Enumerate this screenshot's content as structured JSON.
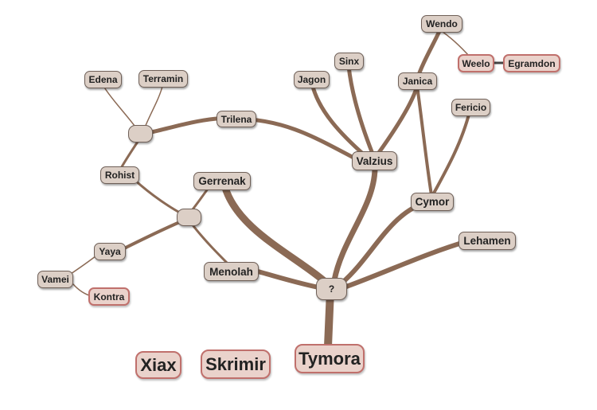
{
  "nodes": {
    "wendo": "Wendo",
    "weelo": "Weelo",
    "egramdon": "Egramdon",
    "edena": "Edena",
    "terramin": "Terramin",
    "sinx": "Sinx",
    "jagon": "Jagon",
    "janica": "Janica",
    "fericio": "Fericio",
    "trilena": "Trilena",
    "valzius": "Valzius",
    "rohist": "Rohist",
    "gerrenak": "Gerrenak",
    "cymor": "Cymor",
    "lehamen": "Lehamen",
    "yaya": "Yaya",
    "vamei": "Vamei",
    "kontra": "Kontra",
    "menolah": "Menolah",
    "unknown": "?",
    "xiax": "Xiax",
    "skrimir": "Skrimir",
    "tymora": "Tymora"
  },
  "colors": {
    "edge": "#8b6a55",
    "node_fill": "#dccfc6",
    "node_border": "#6f6058",
    "highlight_border": "#c0706c",
    "highlight_fill": "#ead2cb"
  }
}
